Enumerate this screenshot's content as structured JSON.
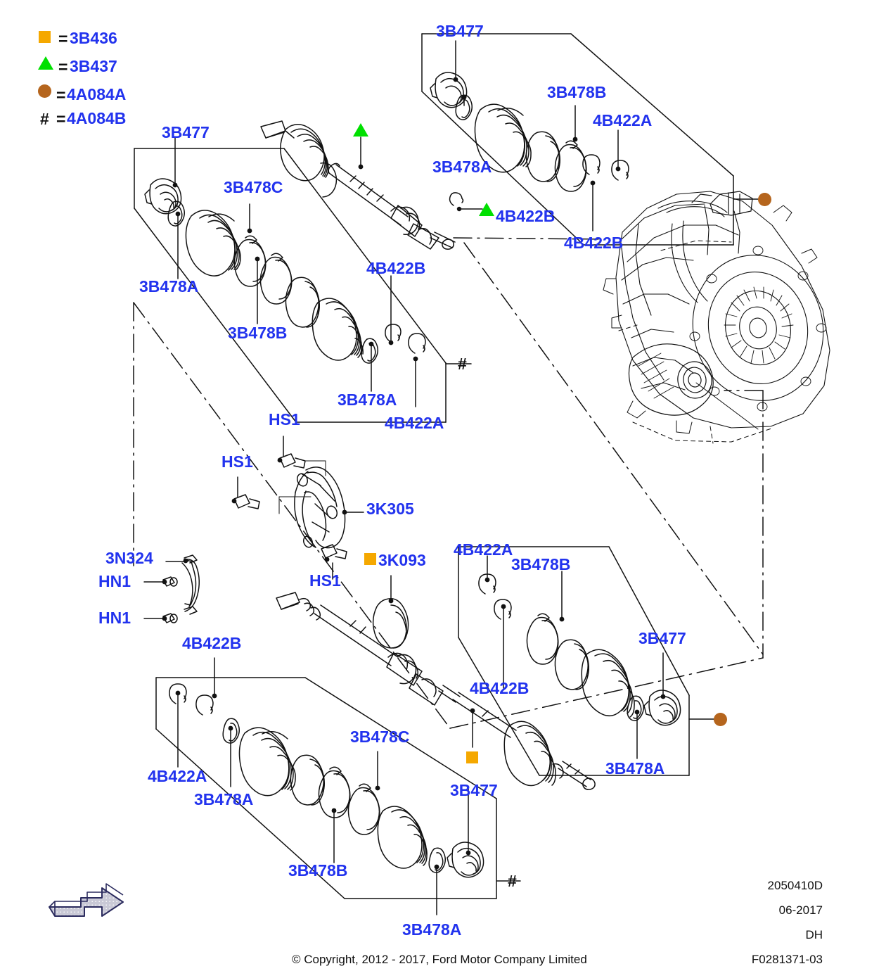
{
  "document": {
    "copyright": "© Copyright, 2012 - 2017, Ford Motor Company Limited",
    "drawing_number": "2050410D",
    "date": "06-2017",
    "code": "DH",
    "figure_id": "F0281371-03"
  },
  "legend": {
    "equals": "=",
    "rows": [
      {
        "marker": "square",
        "color": "#f5a800",
        "part": "3B436"
      },
      {
        "marker": "triangle",
        "color": "#00e000",
        "part": "3B437"
      },
      {
        "marker": "circle",
        "color": "#b5651d",
        "part": "4A084A"
      },
      {
        "marker": "hash",
        "color": "#111111",
        "part": "4A084B"
      }
    ]
  },
  "labels": {
    "top_left_box": {
      "l1": "3B477",
      "l2": "3B478C",
      "l3": "3B478A",
      "l4": "3B478B",
      "l5": "4B422B",
      "l6": "3B478A",
      "l7": "4B422A",
      "hash": "#"
    },
    "top_right_box": {
      "l1": "3B477",
      "l2": "3B478B",
      "l3": "4B422A",
      "l4": "3B478A",
      "l5": "4B422B",
      "l6": "4B422B"
    },
    "center": {
      "hs1_a": "HS1",
      "hs1_b": "HS1",
      "hs1_c": "HS1",
      "bracket": "3K305",
      "clamp": "3N324",
      "hn1_a": "HN1",
      "hn1_b": "HN1",
      "seal": "3K093"
    },
    "bottom_right_box": {
      "l1": "4B422A",
      "l2": "3B478B",
      "l3": "3B477",
      "l4": "4B422B",
      "l5": "3B478A"
    },
    "bottom_left_box": {
      "l1": "4B422B",
      "l2": "3B478C",
      "l3": "4B422A",
      "l4": "3B478A",
      "l5": "3B478B",
      "l6": "3B477",
      "l7": "3B478A",
      "hash": "#"
    }
  },
  "markers": {
    "triangle_upper_shaft": "3B437",
    "triangle_4b422b": "3B437",
    "circle_top_right": "4A084A",
    "circle_bottom_right": "4A084A",
    "square_3k093": "3B436",
    "square_lower_shaft": "3B436"
  },
  "colors": {
    "label_blue": "#2233ee",
    "marker_orange": "#f5a800",
    "marker_green": "#00e000",
    "marker_brown": "#b5651d",
    "line_black": "#111111",
    "arrow_fill": "#b9b9c9"
  }
}
